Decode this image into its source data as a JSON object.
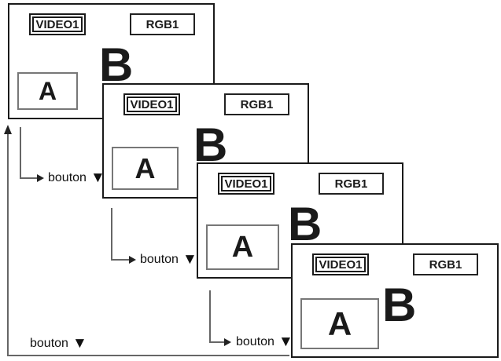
{
  "screens": [
    {
      "source_label": "VIDEO1",
      "rgb_label": "RGB1",
      "main_letter": "B",
      "sub_letter": "A"
    },
    {
      "source_label": "VIDEO1",
      "rgb_label": "RGB1",
      "main_letter": "B",
      "sub_letter": "A"
    },
    {
      "source_label": "VIDEO1",
      "rgb_label": "RGB1",
      "main_letter": "B",
      "sub_letter": "A"
    },
    {
      "source_label": "VIDEO1",
      "rgb_label": "RGB1",
      "main_letter": "B",
      "sub_letter": "A"
    }
  ],
  "transitions": [
    {
      "label": "bouton",
      "symbol": "▼"
    },
    {
      "label": "bouton",
      "symbol": "▼"
    },
    {
      "label": "bouton",
      "symbol": "▼"
    },
    {
      "label": "bouton",
      "symbol": "▼"
    }
  ],
  "colors": {
    "background": "#ffffff",
    "panel_border": "#1a1a1a",
    "sub_box_border": "#777777",
    "flow_line": "#666666",
    "text": "#1a1a1a"
  }
}
